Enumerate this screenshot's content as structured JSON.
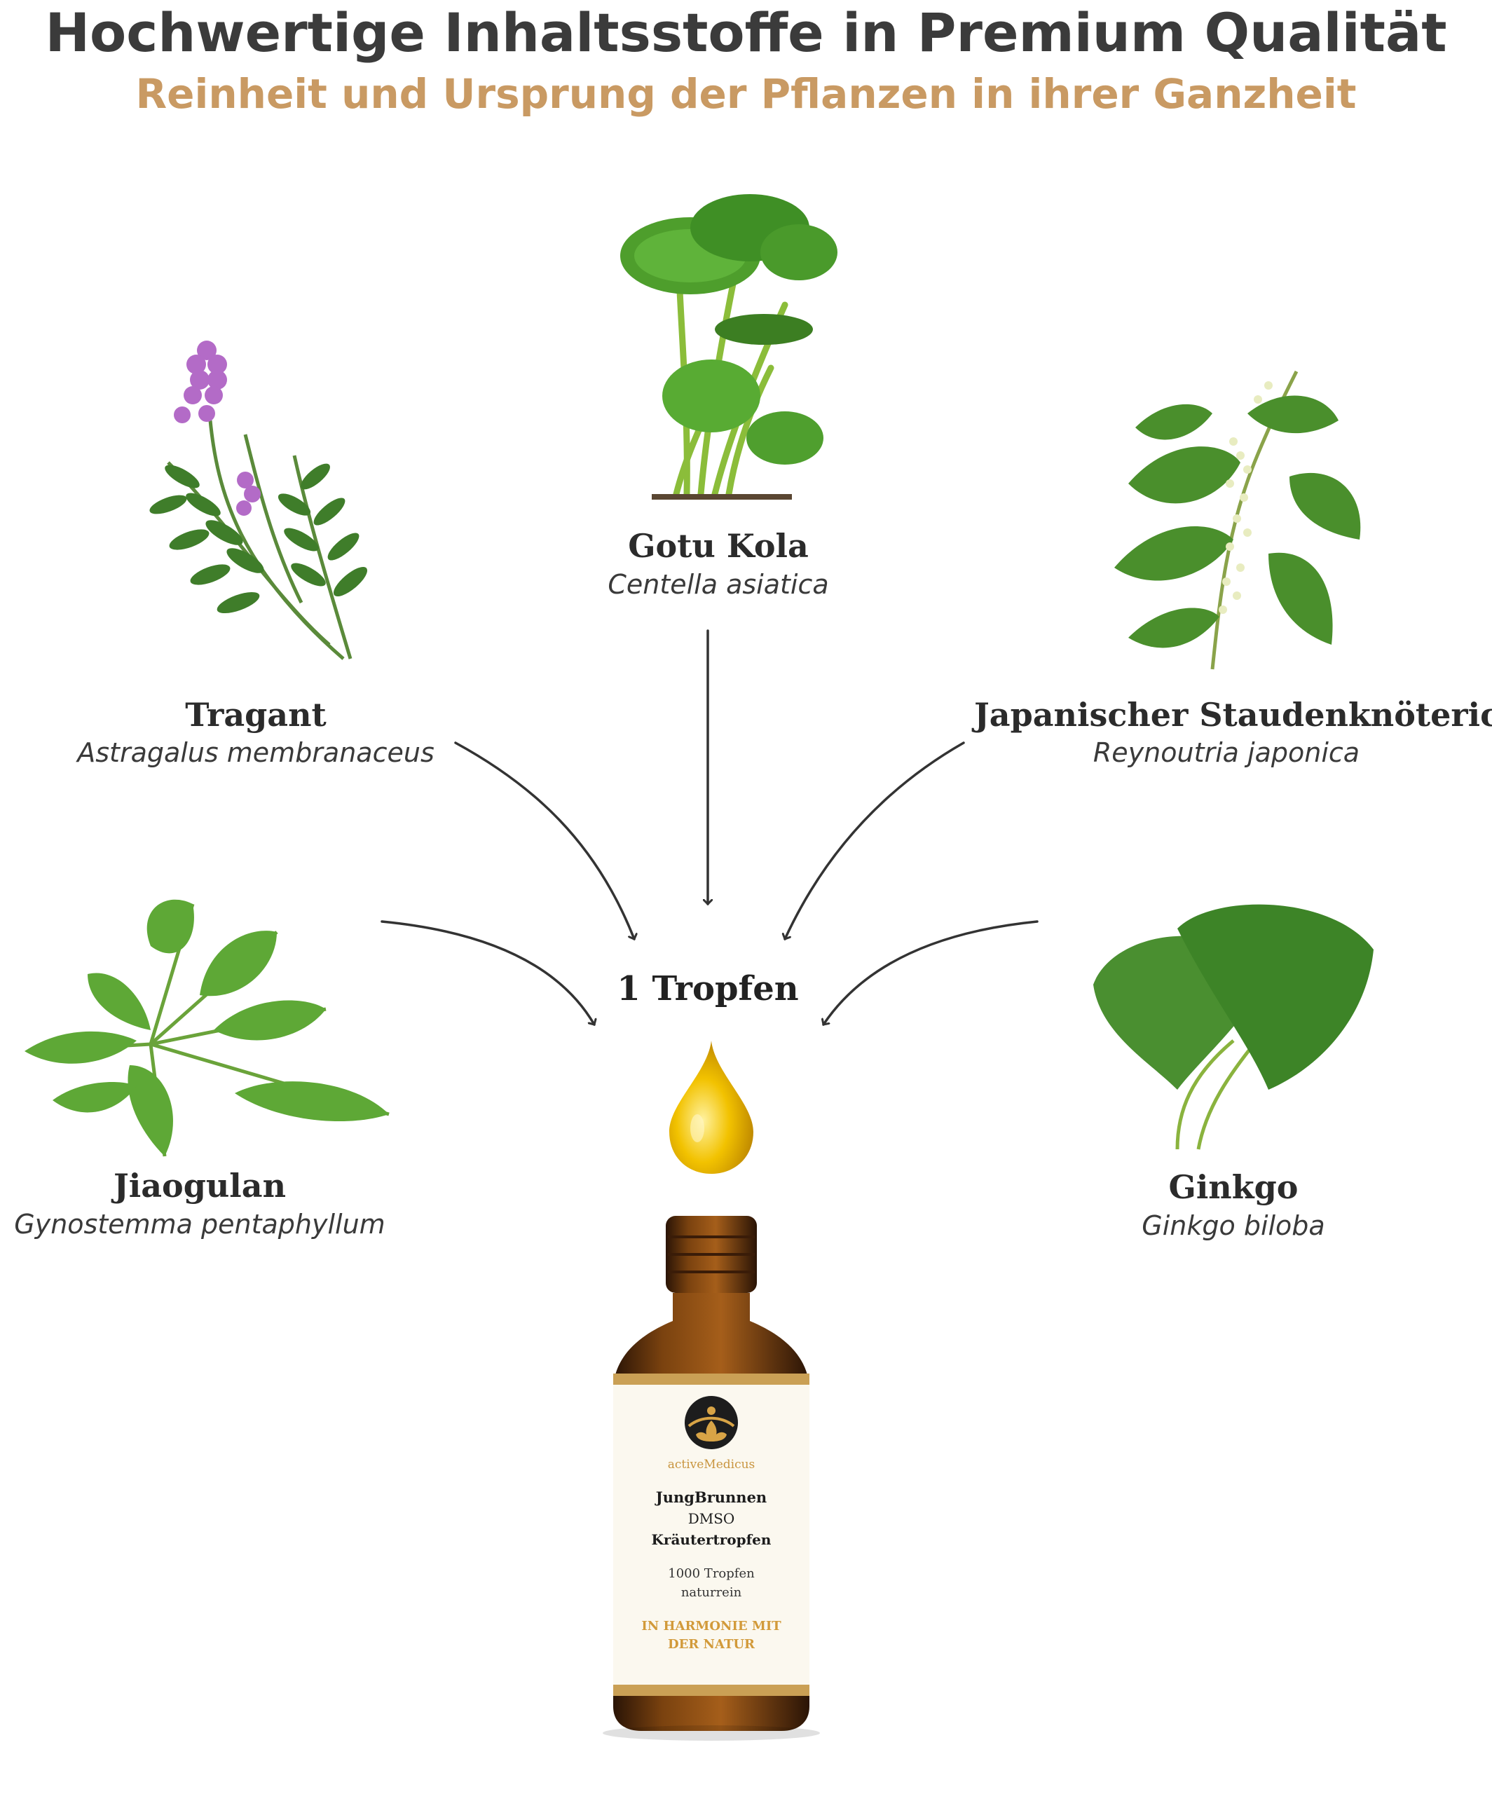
{
  "header": {
    "title": "Hochwertige Inhaltsstoffe in Premium Qualität",
    "subtitle": "Reinheit und Ursprung der Pflanzen in ihrer Ganzheit"
  },
  "plants": {
    "gotu_kola": {
      "name": "Gotu Kola",
      "latin": "Centella asiatica"
    },
    "tragant": {
      "name": "Tragant",
      "latin": "Astragalus membranaceus"
    },
    "knoeterich": {
      "name": "Japanischer Staudenknöterich",
      "latin": "Reynoutria japonica"
    },
    "jiaogulan": {
      "name": "Jiaogulan",
      "latin": "Gynostemma pentaphyllum"
    },
    "ginkgo": {
      "name": "Ginkgo",
      "latin": "Ginkgo biloba"
    }
  },
  "center": {
    "drops_label": "1 Tropfen"
  },
  "bottle": {
    "brand": "activeMedicus",
    "product_line1": "JungBrunnen",
    "product_line2": "DMSO",
    "product_line3": "Kräutertropfen",
    "detail_line1": "1000 Tropfen",
    "detail_line2": "naturrein",
    "slogan_line1": "IN HARMONIE MIT",
    "slogan_line2": "DER NATUR"
  },
  "colors": {
    "title": "#3b3b3b",
    "subtitle_gold": "#c99a63",
    "leaf_green": "#4f9a2f",
    "amber_glass": "#6b3a12",
    "drop_gold": "#e2b200"
  }
}
